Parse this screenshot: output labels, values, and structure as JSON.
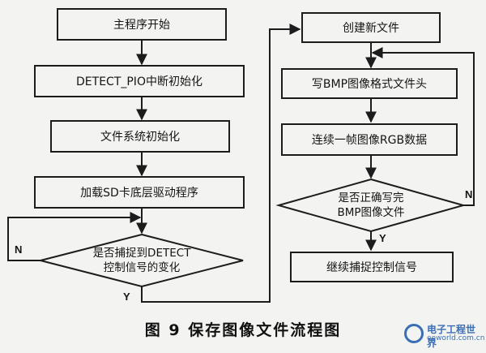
{
  "figure": {
    "caption": "图 9   保存图像文件流程图"
  },
  "left_flow": {
    "start": "主程序开始",
    "step1": "DETECT_PIO中断初始化",
    "step2": "文件系统初始化",
    "step3": "加载SD卡底层驱动程序",
    "decision_line1": "是否捕捉到DETECT",
    "decision_line2": "控制信号的变化",
    "no_label": "N",
    "yes_label": "Y"
  },
  "right_flow": {
    "step1": "创建新文件",
    "step2": "写BMP图像格式文件头",
    "step3": "连续一帧图像RGB数据",
    "decision_line1": "是否正确写完",
    "decision_line2": "BMP图像文件",
    "no_label": "N",
    "yes_label": "Y",
    "step4": "继续捕捉控制信号"
  },
  "watermark": {
    "name": "电子工程世界",
    "url": "eeworld.com.cn"
  }
}
